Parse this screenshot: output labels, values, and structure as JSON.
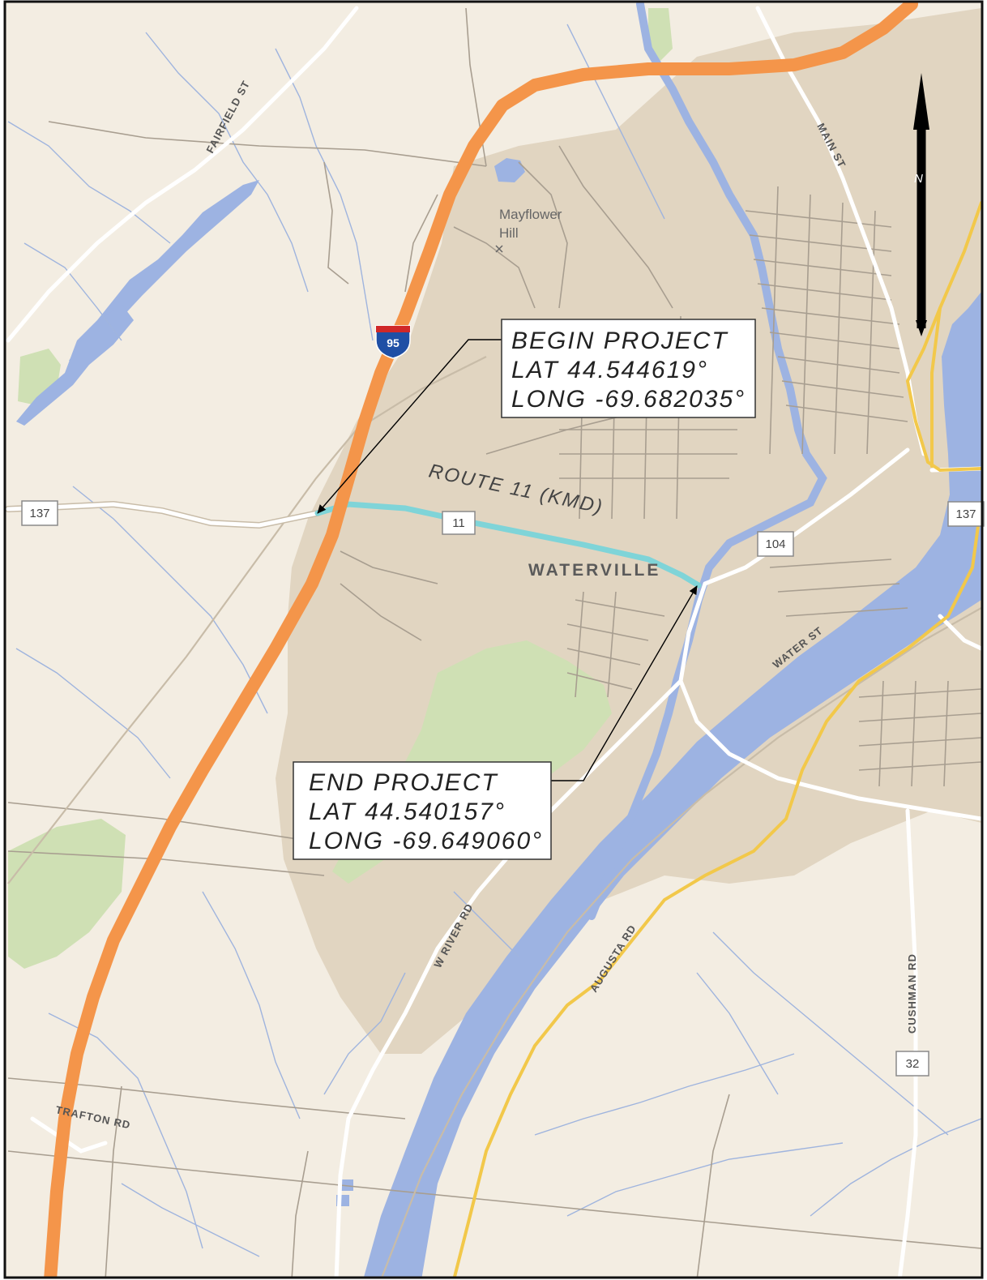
{
  "colors": {
    "land": "#f3ede2",
    "urban": "#e1d5c1",
    "park": "#cfe0b4",
    "water": "#9db3e2",
    "stream": "#9fb4de",
    "interstate": "#f4954a",
    "state_route": "#f2c84a",
    "road": "#ffffff",
    "road_casing": "#c8bca8",
    "minor_road": "#a89e90",
    "project": "#7fd4d8",
    "callout_border": "#333333",
    "frame": "#111111"
  },
  "labels": {
    "fairfield_st": "FAIRFIELD ST",
    "main_st": "MAIN ST",
    "water_st": "WATER ST",
    "w_river_rd": "W RIVER RD",
    "augusta_rd": "AUGUSTA RD",
    "cushman_rd": "CUSHMAN RD",
    "trafton_rd": "TRAFTON RD",
    "mayflower_hill_line1": "Mayflower",
    "mayflower_hill_line2": "Hill",
    "waterville": "WATERVILLE",
    "route_11": "ROUTE 11 (KMD)",
    "north": "N"
  },
  "shields": {
    "interstate": "95",
    "route_137_west": "137",
    "route_137_east": "137",
    "route_11": "11",
    "route_104": "104",
    "route_32": "32"
  },
  "begin_project": {
    "title": "BEGIN PROJECT",
    "lat": "LAT 44.544619°",
    "long": "LONG -69.682035°"
  },
  "end_project": {
    "title": "END PROJECT",
    "lat": "LAT 44.540157°",
    "long": "LONG -69.649060°"
  },
  "icons": {
    "summit": "summit-marker-icon",
    "north_arrow": "north-arrow-icon"
  }
}
